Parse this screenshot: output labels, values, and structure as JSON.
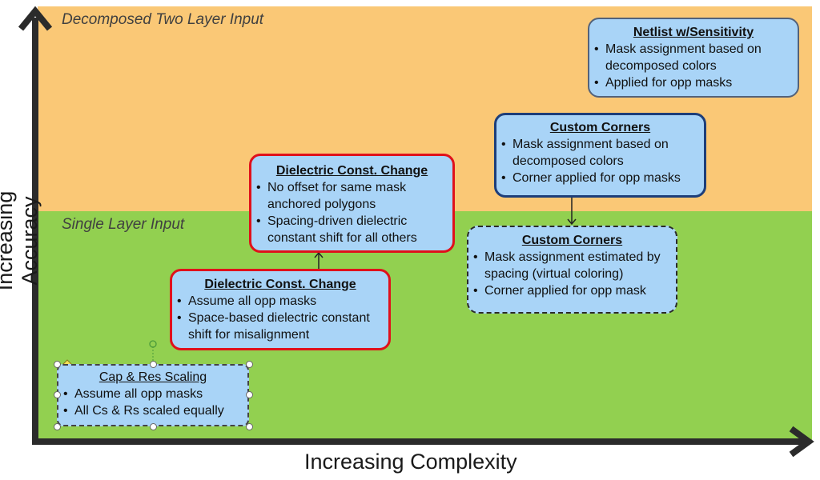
{
  "regions": {
    "top": {
      "label": "Decomposed Two Layer Input",
      "color": "#fac876"
    },
    "bottom": {
      "label": "Single Layer Input",
      "color": "#92d050"
    }
  },
  "axes": {
    "x_label": "Increasing Complexity",
    "y_label": "Increasing Accuracy"
  },
  "boxes": {
    "netlist": {
      "title": "Netlist w/Sensitivity",
      "bullets": [
        "Mask assignment based on decomposed colors",
        "Applied for opp masks"
      ]
    },
    "custom_corners_top": {
      "title": "Custom Corners",
      "bullets": [
        "Mask assignment based on decomposed colors",
        "Corner applied for opp masks"
      ]
    },
    "dielectric_top": {
      "title": "Dielectric Const. Change",
      "bullets": [
        "No offset for same mask anchored polygons",
        "Spacing-driven dielectric constant shift for all others"
      ]
    },
    "custom_corners_bottom": {
      "title": "Custom Corners",
      "bullets": [
        "Mask assignment estimated by spacing (virtual coloring)",
        "Corner applied for opp mask"
      ]
    },
    "dielectric_bottom": {
      "title": "Dielectric Const. Change",
      "bullets": [
        "Assume all opp masks",
        "Space-based dielectric constant shift for misalignment"
      ]
    },
    "cap_res": {
      "title": "Cap & Res Scaling",
      "bullets": [
        "Assume all opp masks",
        "All Cs & Rs scaled equally"
      ]
    }
  }
}
